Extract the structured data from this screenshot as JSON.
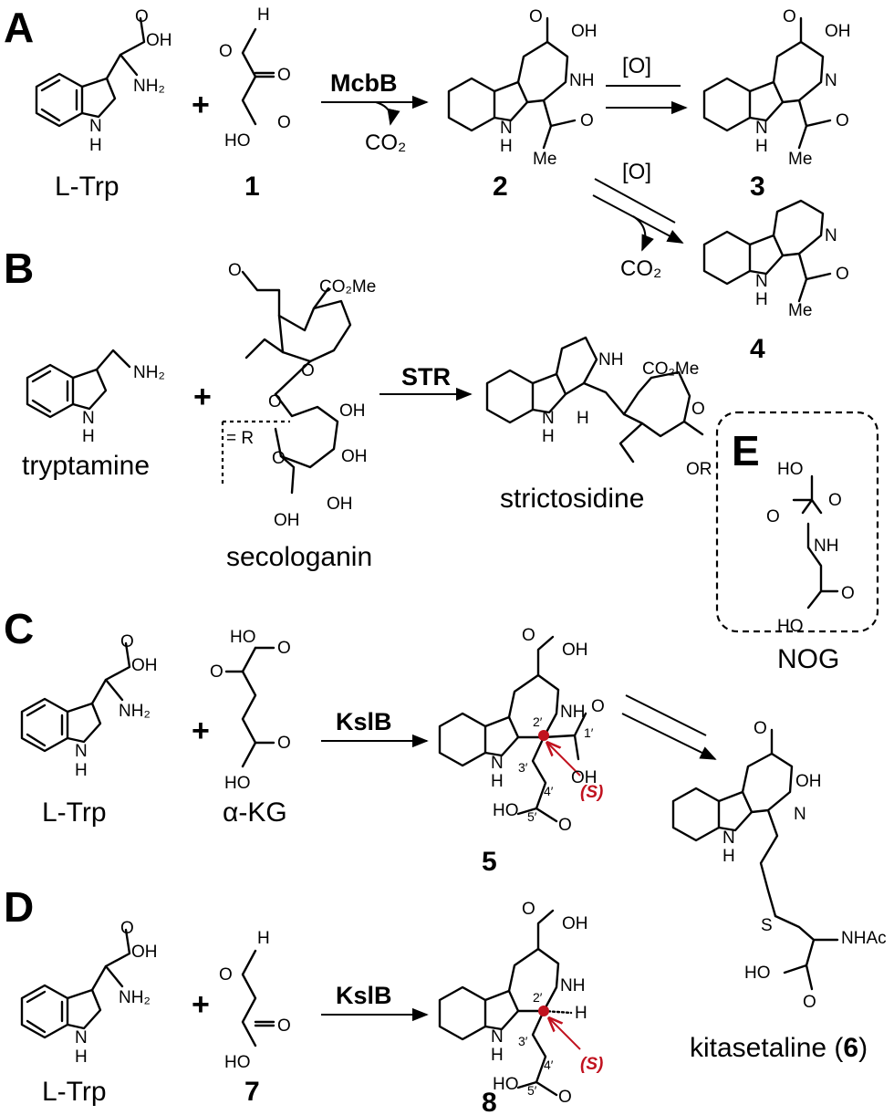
{
  "panels": [
    "A",
    "B",
    "C",
    "D",
    "E"
  ],
  "panel_a": {
    "reactant1_name": "L-Trp",
    "reactant2_number": "1",
    "enzyme": "McbB",
    "byproduct": "CO₂",
    "product_number": "2",
    "oxidant_1": "[O]",
    "oxidant_2": "[O]",
    "byproduct_2": "CO₂",
    "product3_number": "3",
    "product4_number": "4"
  },
  "panel_b": {
    "reactant1_name": "tryptamine",
    "reactant2_name": "secologanin",
    "enzyme": "STR",
    "product_name": "strictosidine",
    "r_label": "= R"
  },
  "panel_c": {
    "reactant1_name": "L-Trp",
    "reactant2_name": "α-KG",
    "enzyme": "KslB",
    "product_number": "5",
    "stereo_label": "(S)",
    "final_product_name": "kitasetaline (",
    "final_product_number": "6",
    "final_product_close": ")"
  },
  "panel_d": {
    "reactant1_name": "L-Trp",
    "reactant2_number": "7",
    "enzyme": "KslB",
    "product_number": "8",
    "stereo_label": "(S)"
  },
  "panel_e": {
    "name": "NOG"
  },
  "atom_labels": {
    "oh": "OH",
    "ho": "HO",
    "nh2": "NH₂",
    "nh": "NH",
    "n": "N",
    "h": "H",
    "o": "O",
    "me": "Me",
    "co2me": "CO₂Me",
    "or": "OR",
    "s": "S",
    "nhac": "NHAc"
  },
  "locants": {
    "c2p": "2′",
    "c1p": "1′",
    "c3p": "3′",
    "c4p": "4′",
    "c5p": "5′"
  },
  "plus_sign": "+",
  "colors": {
    "stereo": "#c1121f",
    "ink": "#000000"
  }
}
